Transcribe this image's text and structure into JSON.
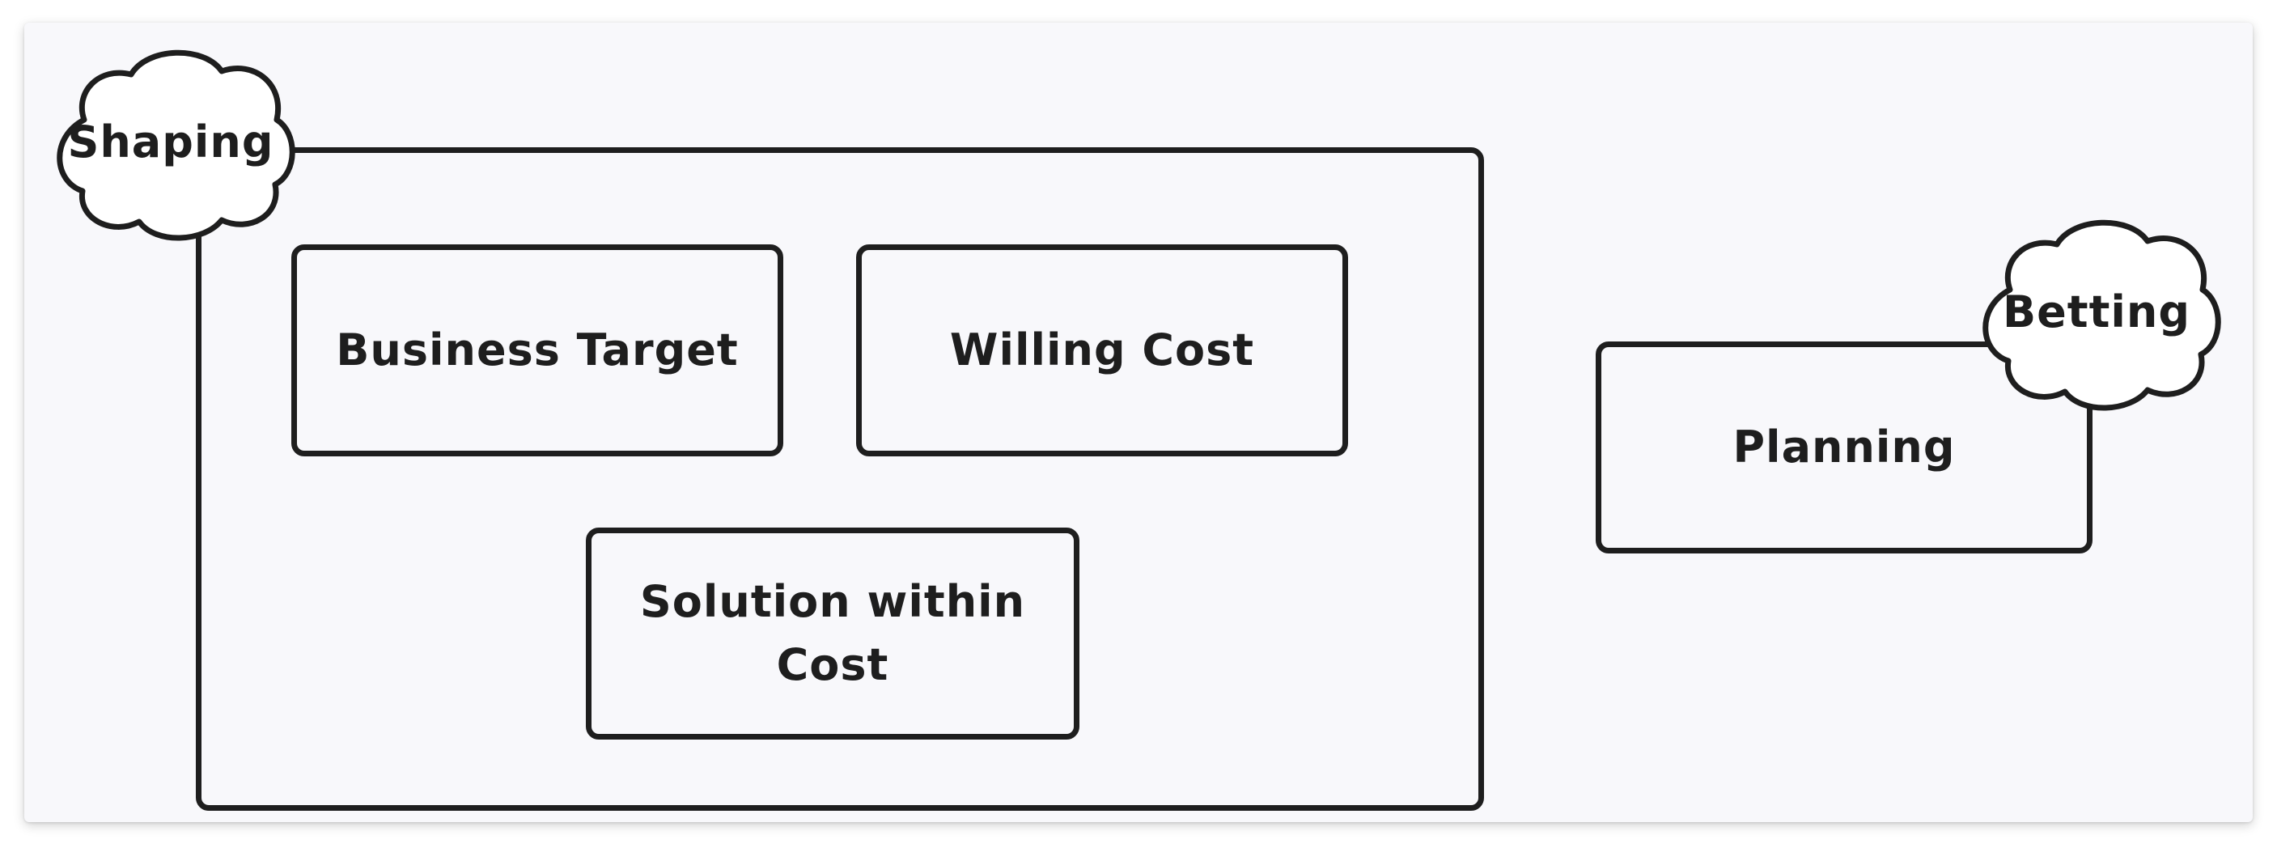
{
  "diagram": {
    "groups": [
      {
        "cloud_label": "Shaping",
        "items": [
          "Business Target",
          "Willing Cost",
          "Solution within Cost"
        ]
      },
      {
        "cloud_label": "Betting",
        "items": [
          "Planning"
        ]
      }
    ],
    "colors": {
      "stroke": "#1e1e1e",
      "canvas": "#f8f8fb",
      "cloud_fill": "#ffffff"
    }
  }
}
